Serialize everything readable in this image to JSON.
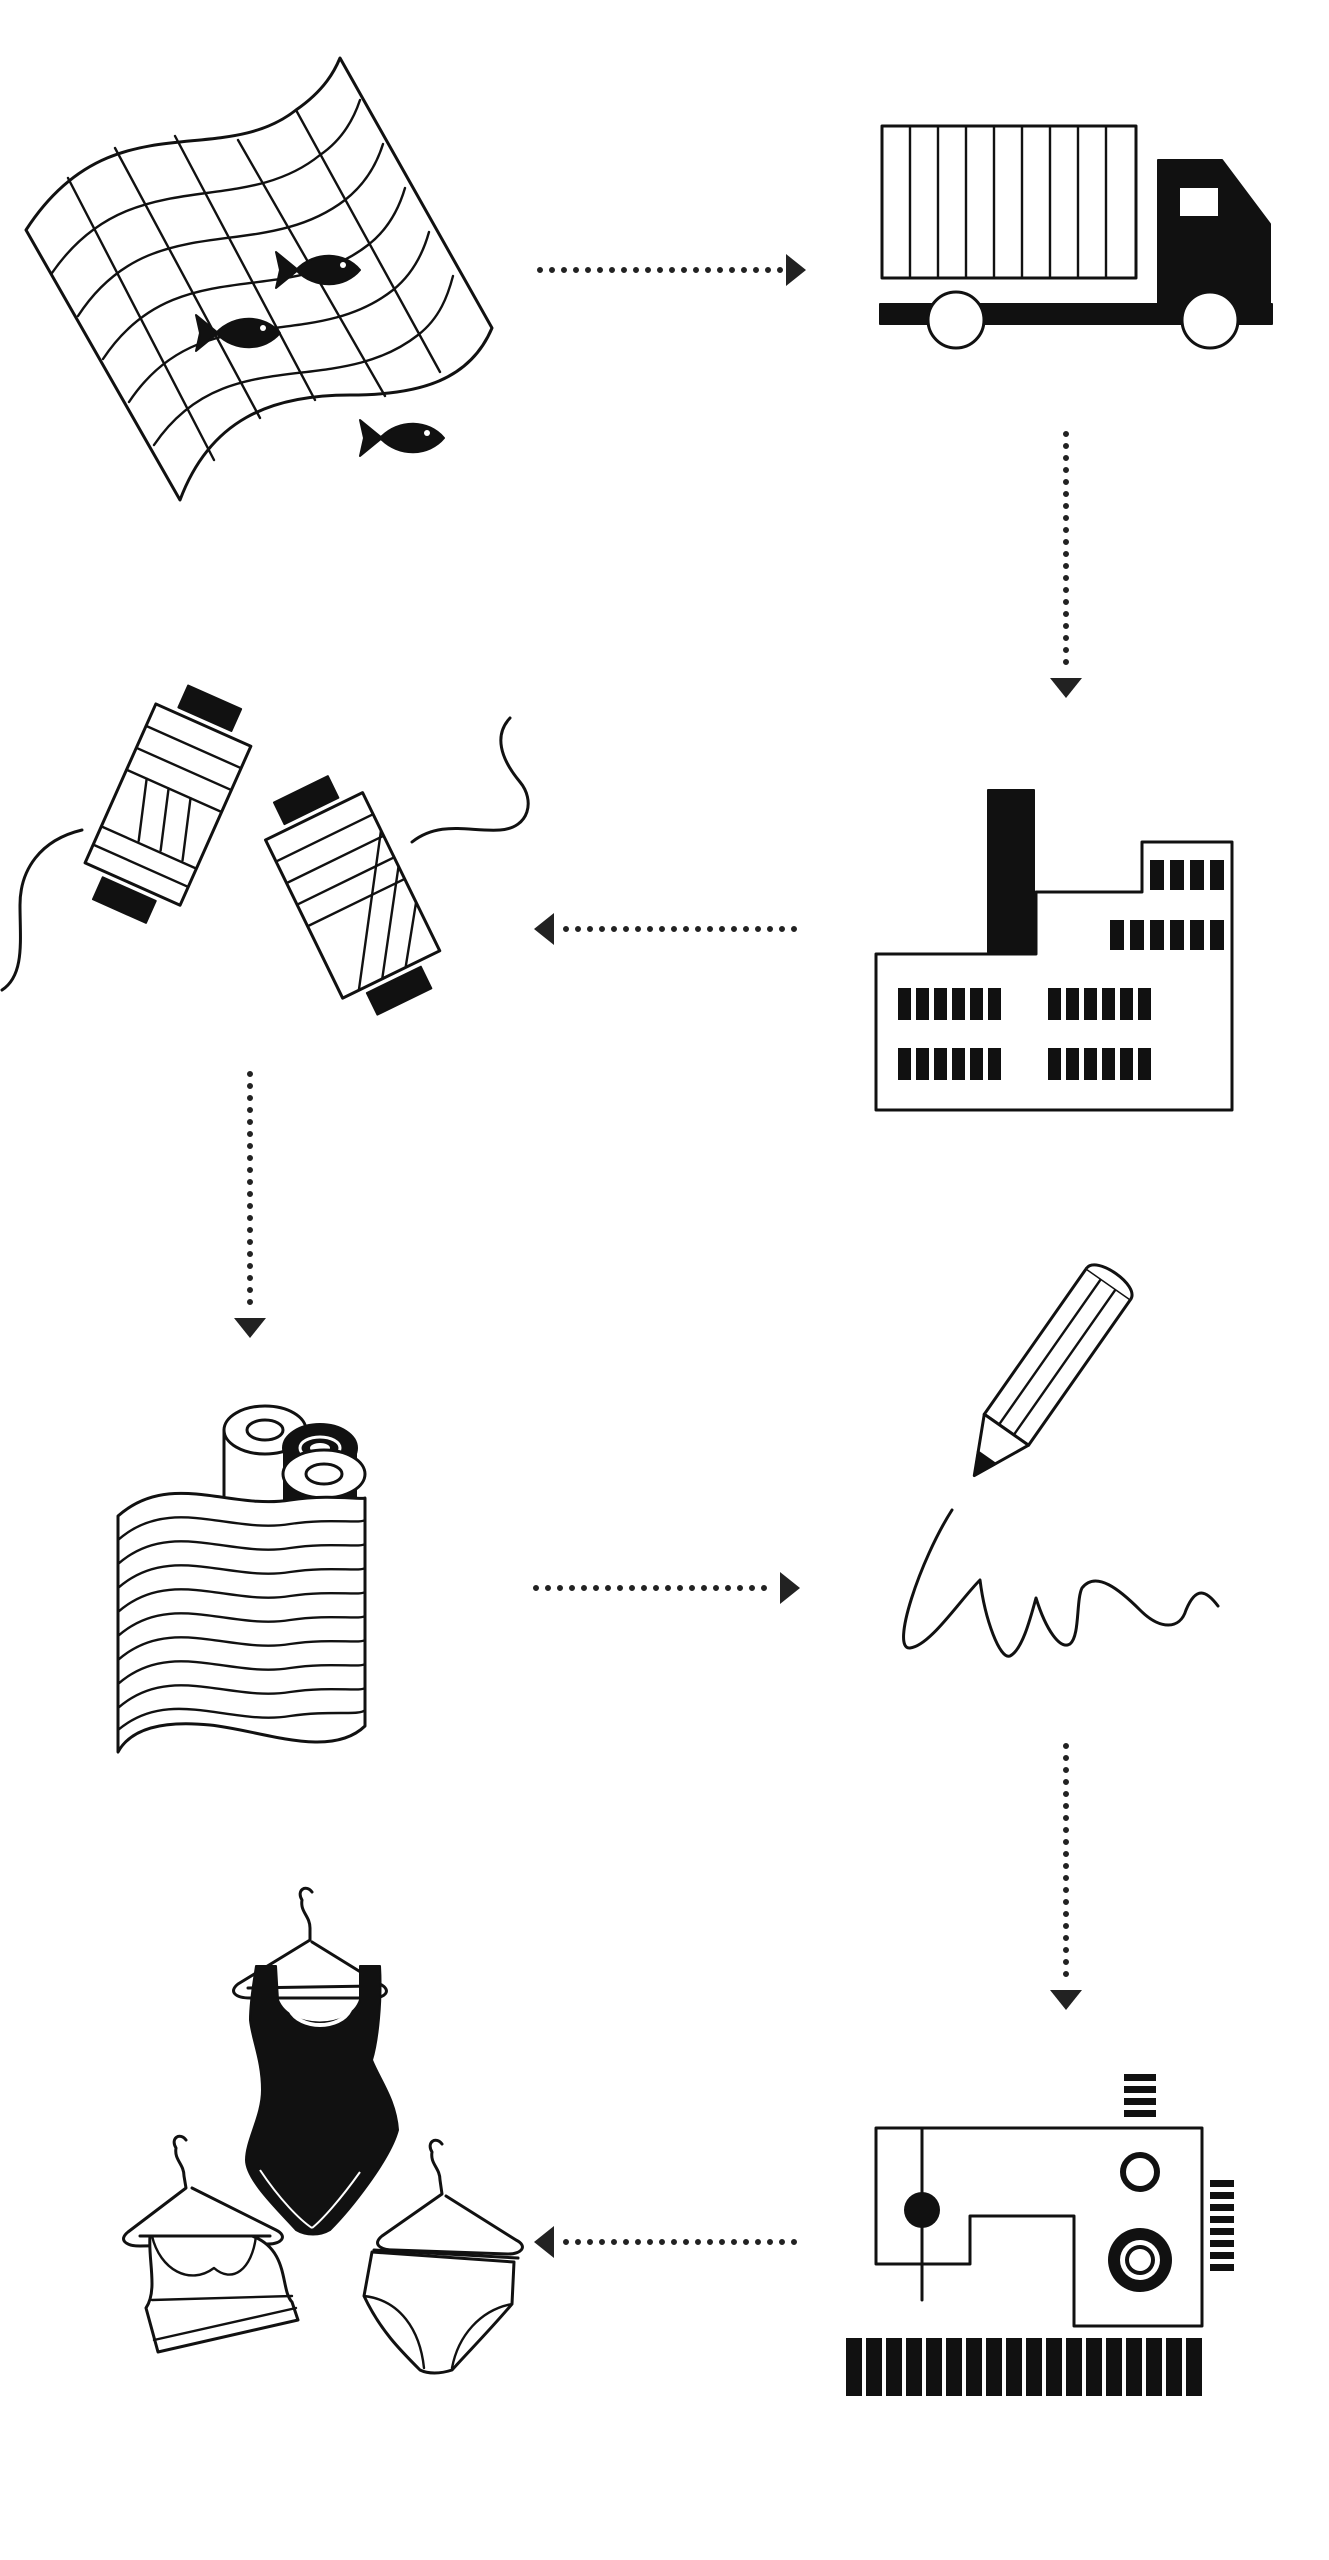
{
  "diagram": {
    "steps": [
      {
        "id": 1,
        "icon": "fishing-net-icon"
      },
      {
        "id": 2,
        "icon": "truck-icon"
      },
      {
        "id": 3,
        "icon": "factory-icon"
      },
      {
        "id": 4,
        "icon": "yarn-spools-icon"
      },
      {
        "id": 5,
        "icon": "fabric-rolls-icon"
      },
      {
        "id": 6,
        "icon": "pencil-design-icon"
      },
      {
        "id": 7,
        "icon": "sewing-machine-icon"
      },
      {
        "id": 8,
        "icon": "swimwear-icon"
      }
    ],
    "flow": [
      [
        1,
        2
      ],
      [
        2,
        3
      ],
      [
        3,
        4
      ],
      [
        4,
        5
      ],
      [
        5,
        6
      ],
      [
        6,
        7
      ],
      [
        7,
        8
      ]
    ],
    "colors": {
      "ink": "#111111",
      "arrow": "#222222",
      "background": "#ffffff"
    }
  }
}
